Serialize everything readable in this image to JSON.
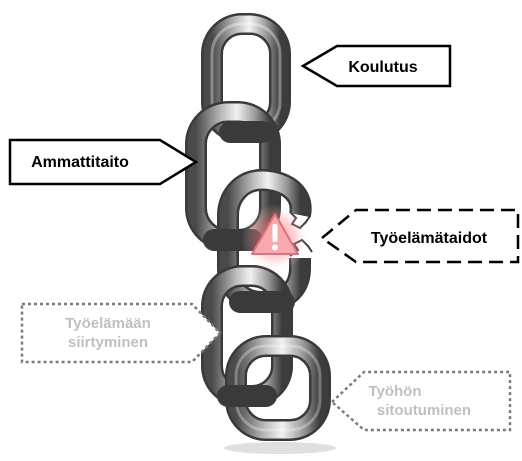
{
  "diagram": {
    "labels": {
      "koulutus": "Koulutus",
      "ammattitaito": "Ammattitaito",
      "tyoelamataidot": "Työelämätaidot",
      "tyoelamaan_line1": "Työelämään",
      "tyoelamaan_line2": "siirtyminen",
      "tyohon_line1": "Työhön",
      "tyohon_line2": "sitoutuminen"
    },
    "warning_icon": "warning-triangle-icon",
    "colors": {
      "link_dark": "#3a3a3a",
      "link_light": "#d8d8d8",
      "warning_fill": "#f4a6aa",
      "warning_glow": "#e86b74",
      "faded_text": "#bfbfbf",
      "faded_border": "#8c8c8c"
    }
  }
}
